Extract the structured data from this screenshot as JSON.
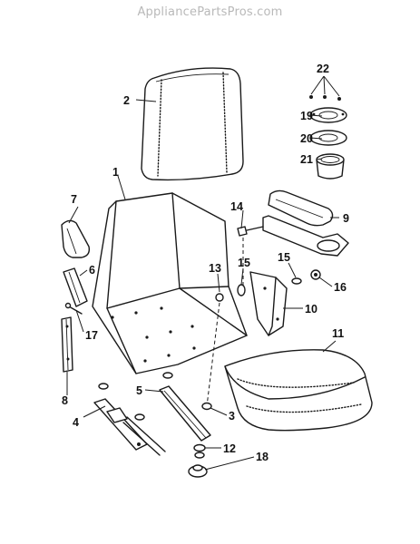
{
  "watermark": "AppliancePartsPros.com",
  "callouts": {
    "c1": "1",
    "c2": "2",
    "c3": "3",
    "c4": "4",
    "c5": "5",
    "c6": "6",
    "c7": "7",
    "c8": "8",
    "c9": "9",
    "c10": "10",
    "c11": "11",
    "c12": "12",
    "c13": "13",
    "c14": "14",
    "c15a": "15",
    "c15b": "15",
    "c16": "16",
    "c17": "17",
    "c18": "18",
    "c19": "19",
    "c20": "20",
    "c21": "21",
    "c22": "22"
  }
}
